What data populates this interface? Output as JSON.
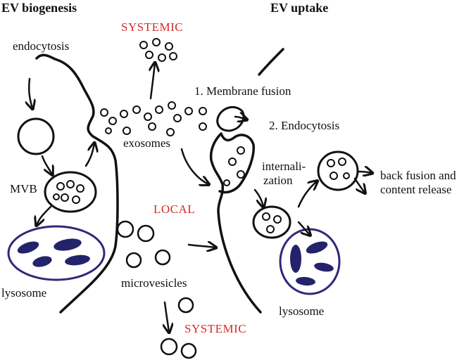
{
  "headings": {
    "biogenesis": "EV biogenesis",
    "uptake": "EV uptake"
  },
  "labels": {
    "systemic_top": "SYSTEMIC",
    "endocytosis_left": "endocytosis",
    "membrane_fusion": "1. Membrane fusion",
    "endocytosis_right": "2. Endocytosis",
    "exosomes": "exosomes",
    "internalization_line1": "internali-",
    "internalization_line2": "zation",
    "mvb": "MVB",
    "local": "LOCAL",
    "back_fusion_line1": "back fusion and",
    "back_fusion_line2": "content release",
    "lysosome_left": "lysosome",
    "microvesicles": "microvesicles",
    "lysosome_right": "lysosome",
    "systemic_bottom": "SYSTEMIC"
  },
  "colors": {
    "ink": "#111111",
    "accent_red": "#d42a2a",
    "lysosome_border": "#2d2a7a",
    "lysosome_fill": "#23236b"
  }
}
